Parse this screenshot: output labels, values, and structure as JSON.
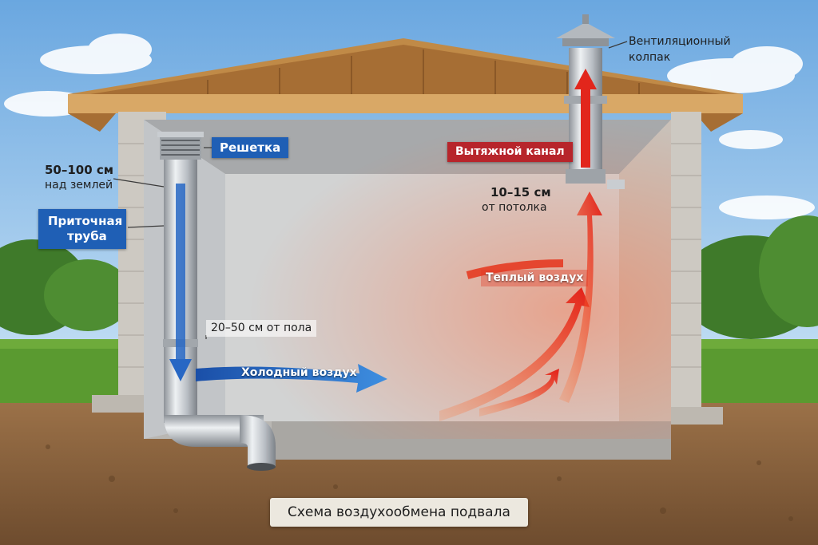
{
  "labels": {
    "grate": "Решетка",
    "height_above_ground": "50–100 см",
    "height_above_ground_sub": "над землей",
    "supply_pipe_line1": "Приточная",
    "supply_pipe_line2": "труба",
    "from_floor": "20–50 см от пола",
    "cold_air": "Холодный воздух",
    "ventilation_cap_line1": "Вентиляционный",
    "ventilation_cap_line2": "колпак",
    "exhaust_channel": "Вытяжной канал",
    "from_ceiling": "10–15 см",
    "from_ceiling_sub": "от потолка",
    "warm_air": "Теплый воздух",
    "caption": "Схема воздухообмена подвала"
  },
  "colors": {
    "sky": "#7fb6e6",
    "grass": "#4f8d2c",
    "soil": "#8a6340",
    "wall": "#c9c6c0",
    "roof": "#c9964f",
    "cold": "#1f5fb5",
    "warm": "#e2341f"
  }
}
